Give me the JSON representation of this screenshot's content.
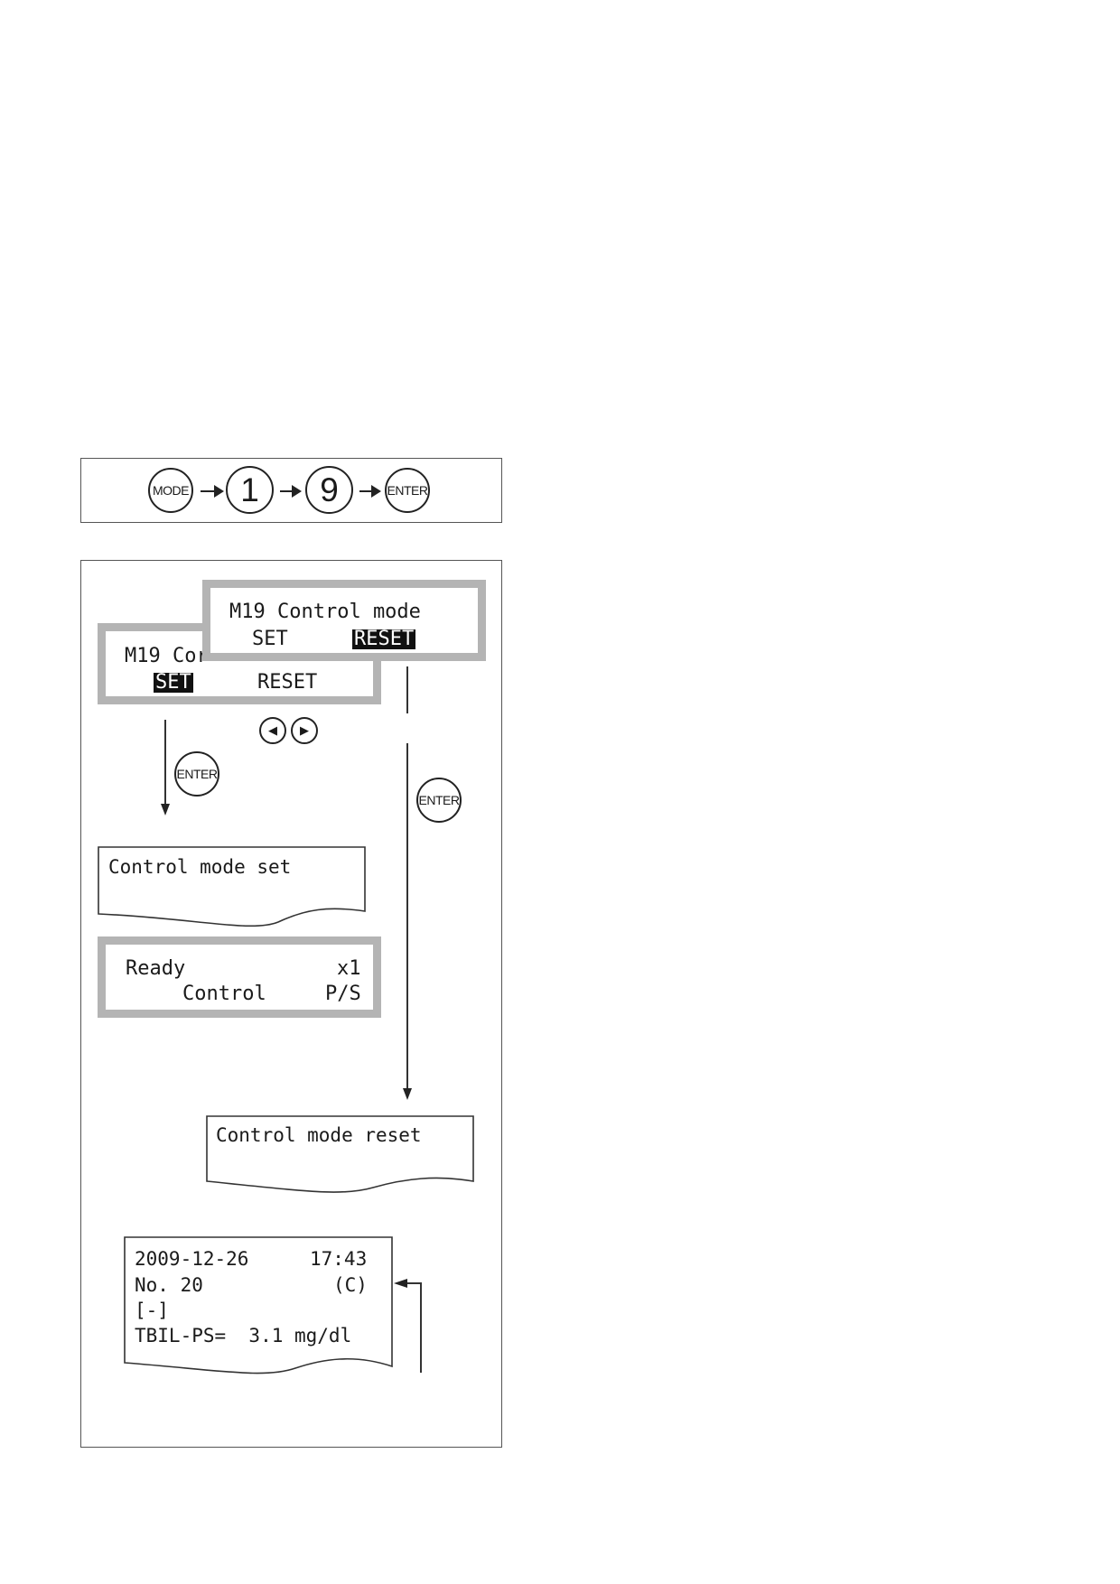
{
  "key_sequence": {
    "keys": [
      "MODE",
      "1",
      "9",
      "ENTER"
    ]
  },
  "screen_reset_selected": {
    "line1": "M19 Control mode",
    "opt_set": "SET",
    "opt_reset": "RESET"
  },
  "screen_set_selected": {
    "line1": "M19 Cor",
    "opt_set": "SET",
    "opt_reset": "RESET"
  },
  "nav_keys": {
    "left": "◀",
    "right": "▶"
  },
  "enter_key_label": "ENTER",
  "printout_set": {
    "text": "Control mode set"
  },
  "screen_ready": {
    "ready": "Ready",
    "mult": "x1",
    "control": "Control",
    "ps": "P/S"
  },
  "printout_reset": {
    "text": "Control mode reset"
  },
  "printout_result": {
    "date": "2009-12-26",
    "time": "17:43",
    "number": "No. 20",
    "flag": "(C)",
    "bracket": "[-]",
    "result": "TBIL-PS=  3.1 mg/dl"
  }
}
